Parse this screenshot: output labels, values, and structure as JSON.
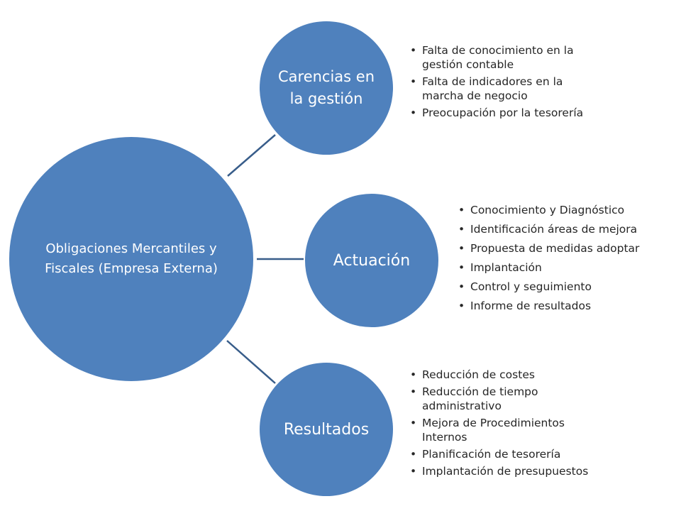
{
  "diagram": {
    "center": "Obligaciones Mercantiles y Fiscales (Empresa Externa)",
    "branches": [
      {
        "title": "Carencias en la gestión",
        "items": [
          "Falta de conocimiento en la gestión contable",
          "Falta de indicadores en la marcha de negocio",
          "Preocupación por la tesorería"
        ]
      },
      {
        "title": "Actuación",
        "items": [
          "Conocimiento y Diagnóstico",
          "Identificación áreas de mejora",
          "Propuesta de medidas adoptar",
          "Implantación",
          "Control y seguimiento",
          "Informe de resultados"
        ]
      },
      {
        "title": "Resultados",
        "items": [
          "Reducción de costes",
          "Reducción de tiempo administrativo",
          "Mejora de Procedimientos Internos",
          "Planificación de tesorería",
          "Implantación de presupuestos"
        ]
      }
    ]
  },
  "colors": {
    "node_fill": "#4f81bd",
    "connector": "#385d8a",
    "bullet_text": "#262626"
  }
}
